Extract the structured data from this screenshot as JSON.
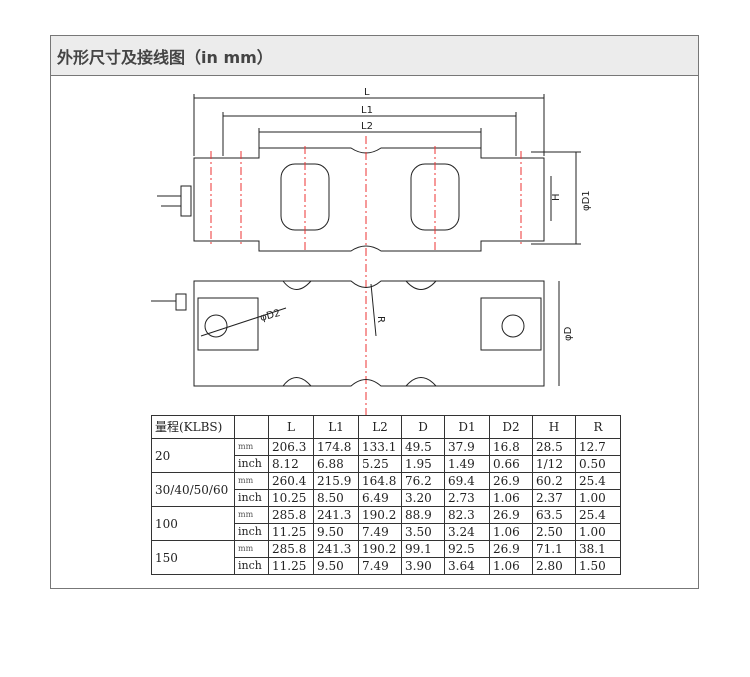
{
  "title": "外形尺寸及接线图（in mm）",
  "drawing": {
    "L": "L",
    "L1": "L1",
    "L2": "L2",
    "H": "H",
    "D1": "φD1",
    "D2": "φD2",
    "R": "R",
    "D": "φD"
  },
  "table": {
    "headers": [
      "量程(KLBS)",
      "",
      "L",
      "L1",
      "L2",
      "D",
      "D1",
      "D2",
      "H",
      "R"
    ],
    "groups": [
      {
        "range": "20",
        "rows": [
          {
            "unit": "mm",
            "values": [
              "206.3",
              "174.8",
              "133.1",
              "49.5",
              "37.9",
              "16.8",
              "28.5",
              "12.7"
            ]
          },
          {
            "unit": "inch",
            "values": [
              "8.12",
              "6.88",
              "5.25",
              "1.95",
              "1.49",
              "0.66",
              "1/12",
              "0.50"
            ]
          }
        ]
      },
      {
        "range": "30/40/50/60",
        "rows": [
          {
            "unit": "mm",
            "values": [
              "260.4",
              "215.9",
              "164.8",
              "76.2",
              "69.4",
              "26.9",
              "60.2",
              "25.4"
            ]
          },
          {
            "unit": "inch",
            "values": [
              "10.25",
              "8.50",
              "6.49",
              "3.20",
              "2.73",
              "1.06",
              "2.37",
              "1.00"
            ]
          }
        ]
      },
      {
        "range": "100",
        "rows": [
          {
            "unit": "mm",
            "values": [
              "285.8",
              "241.3",
              "190.2",
              "88.9",
              "82.3",
              "26.9",
              "63.5",
              "25.4"
            ]
          },
          {
            "unit": "inch",
            "values": [
              "11.25",
              "9.50",
              "7.49",
              "3.50",
              "3.24",
              "1.06",
              "2.50",
              "1.00"
            ]
          }
        ]
      },
      {
        "range": "150",
        "rows": [
          {
            "unit": "mm",
            "values": [
              "285.8",
              "241.3",
              "190.2",
              "99.1",
              "92.5",
              "26.9",
              "71.1",
              "38.1"
            ]
          },
          {
            "unit": "inch",
            "values": [
              "11.25",
              "9.50",
              "7.49",
              "3.90",
              "3.64",
              "1.06",
              "2.80",
              "1.50"
            ]
          }
        ]
      }
    ]
  }
}
